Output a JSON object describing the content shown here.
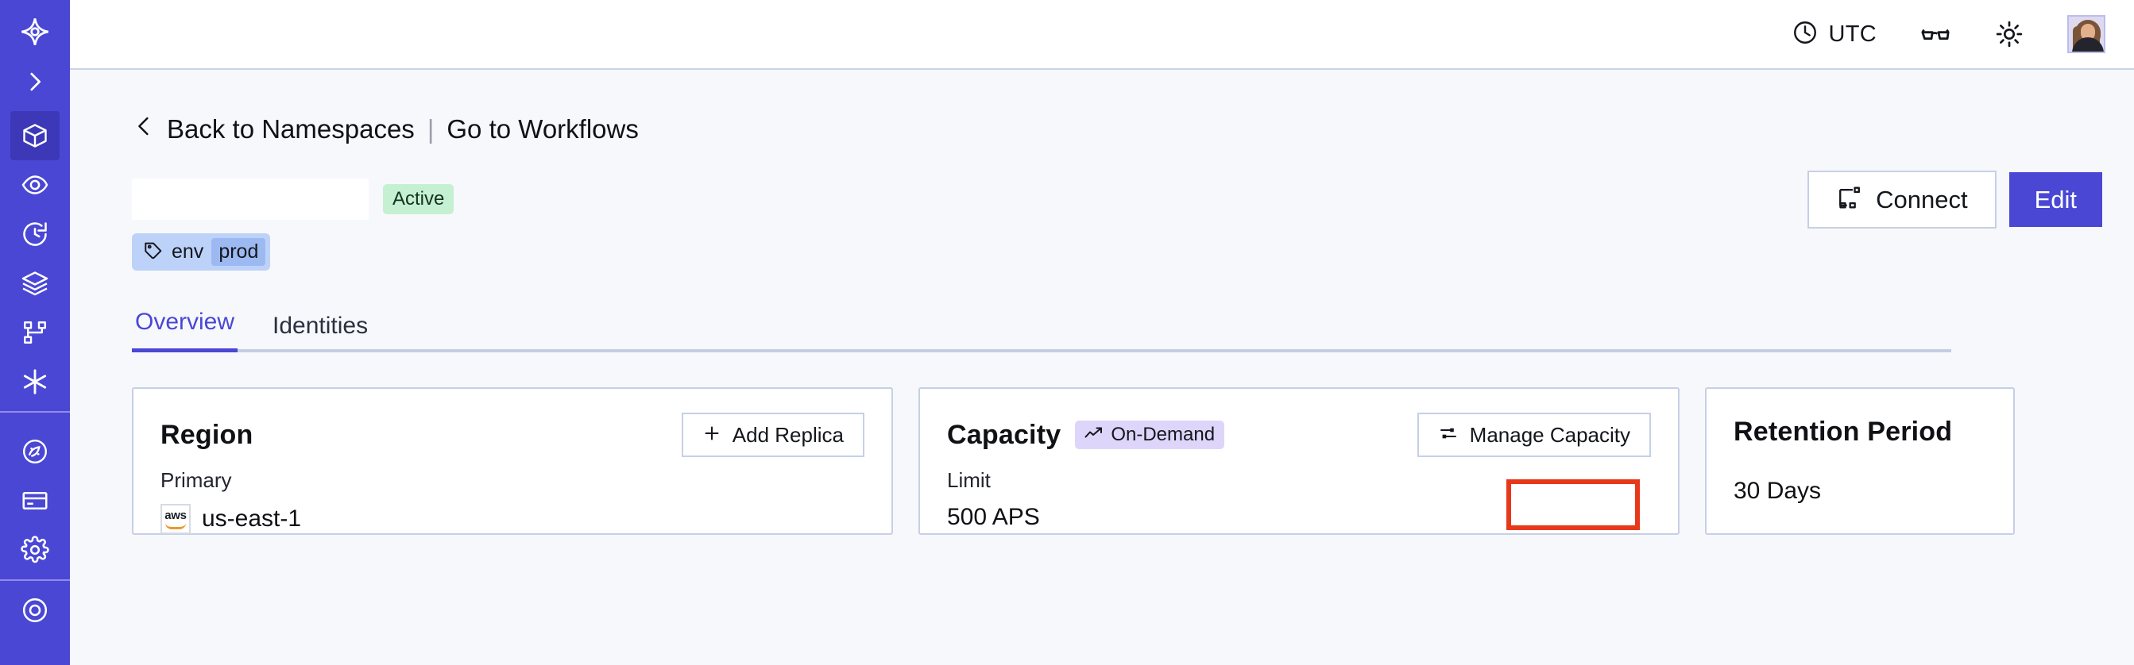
{
  "sidebar": {
    "items": [
      {
        "name": "brand-logo-icon",
        "label": "Temporal"
      },
      {
        "name": "expand-sidebar-icon",
        "label": "Expand"
      },
      {
        "name": "namespaces-icon",
        "label": "Namespaces"
      },
      {
        "name": "observability-icon",
        "label": "Observability"
      },
      {
        "name": "history-icon",
        "label": "History"
      },
      {
        "name": "layers-icon",
        "label": "Layers"
      },
      {
        "name": "workflows-icon",
        "label": "Workflows"
      },
      {
        "name": "asterisk-icon",
        "label": "Nexus"
      },
      {
        "name": "usage-icon",
        "label": "Usage"
      },
      {
        "name": "billing-icon",
        "label": "Billing"
      },
      {
        "name": "settings-icon",
        "label": "Settings"
      },
      {
        "name": "support-icon",
        "label": "Support"
      }
    ]
  },
  "topbar": {
    "timezone_label": "UTC",
    "timezone_icon": "clock-icon",
    "glasses_icon": "glasses-icon",
    "theme_icon": "sun-icon",
    "avatar_name": "user-avatar"
  },
  "breadcrumb": {
    "back_icon": "chevron-left-icon",
    "back_label": "Back to Namespaces",
    "separator": "|",
    "forward_label": "Go to Workflows"
  },
  "header": {
    "title": "",
    "status_badge": "Active",
    "connect_label": "Connect",
    "connect_icon": "connect-icon",
    "edit_label": "Edit"
  },
  "tag": {
    "icon": "tag-icon",
    "key": "env",
    "value": "prod"
  },
  "tabs": [
    {
      "label": "Overview",
      "active": true
    },
    {
      "label": "Identities",
      "active": false
    }
  ],
  "cards": {
    "region": {
      "title": "Region",
      "action_label": "Add Replica",
      "action_icon": "plus-icon",
      "sub_label": "Primary",
      "provider_icon": "aws-logo",
      "provider_text": "aws",
      "value": "us-east-1"
    },
    "capacity": {
      "title": "Capacity",
      "badge_label": "On-Demand",
      "badge_icon": "trending-up-icon",
      "action_label": "Manage Capacity",
      "action_icon": "sliders-icon",
      "sub_label": "Limit",
      "value": "500 APS",
      "highlighted": true
    },
    "retention": {
      "title": "Retention Period",
      "value": "30 Days"
    }
  },
  "colors": {
    "sidebar": "#4a47d5",
    "sidebar_active": "#3c38b8",
    "accent": "#4a47d5",
    "page_bg": "#f7f8fb",
    "card_border": "#c5d0e6",
    "status_active_bg": "#c6f0d2",
    "badge_ondemand_bg": "#ddd6fa",
    "tag_bg": "#bdd2f8",
    "tag_value_bg": "#9db9f2",
    "annotation": "#e8381a"
  }
}
